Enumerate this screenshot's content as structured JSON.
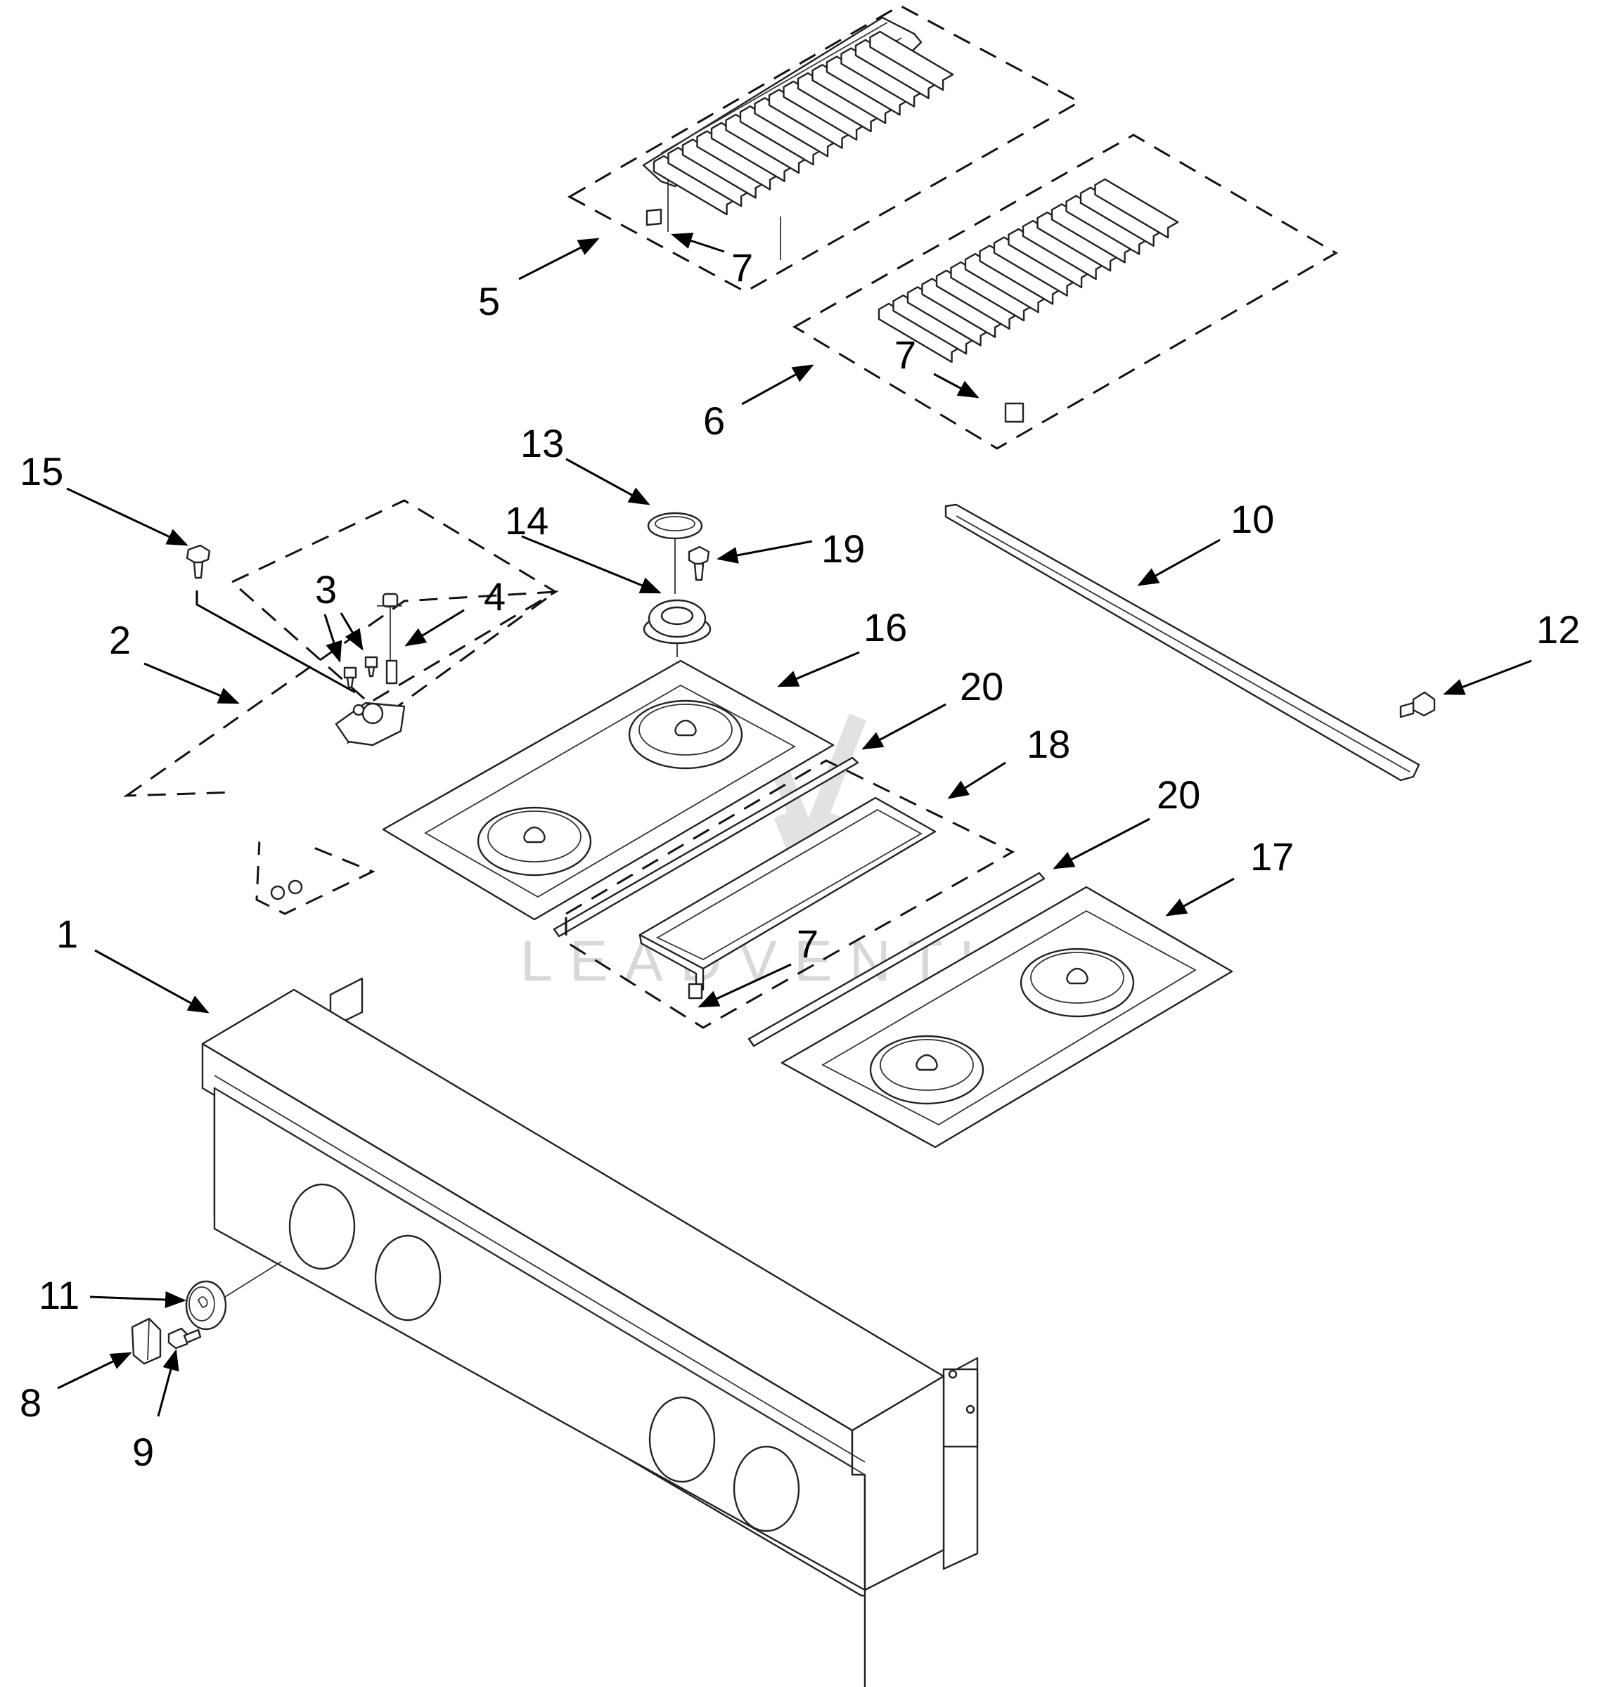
{
  "labels": {
    "p1": "1",
    "p2": "2",
    "p3": "3",
    "p4": "4",
    "p5": "5",
    "p6": "6",
    "p7a": "7",
    "p7b": "7",
    "p7c": "7",
    "p8": "8",
    "p9": "9",
    "p10": "10",
    "p11": "11",
    "p12": "12",
    "p13": "13",
    "p14": "14",
    "p15": "15",
    "p16": "16",
    "p17": "17",
    "p18": "18",
    "p19": "19",
    "p20a": "20",
    "p20b": "20"
  },
  "watermark": "LEADVENTURE"
}
